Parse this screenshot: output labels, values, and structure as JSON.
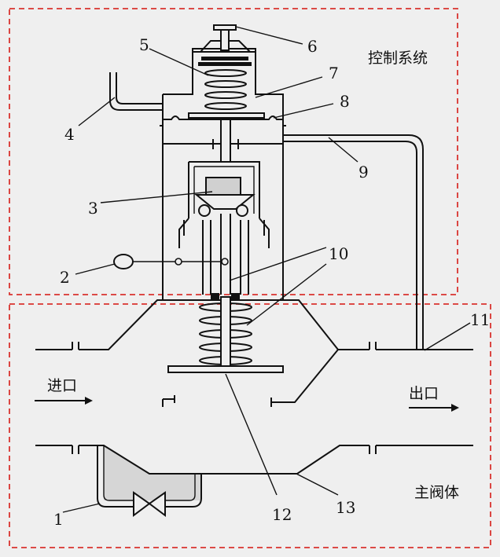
{
  "regions": {
    "control_system": "控制系统",
    "main_valve_body": "主阀体"
  },
  "flow": {
    "inlet": "进口",
    "outlet": "出口"
  },
  "part_numbers": [
    "1",
    "2",
    "3",
    "4",
    "5",
    "6",
    "7",
    "8",
    "9",
    "10",
    "11",
    "12",
    "13"
  ],
  "colors": {
    "outline": "#111111",
    "dashed_box": "#d9332f",
    "background": "#efefef",
    "shade": "#d6d6d6"
  }
}
